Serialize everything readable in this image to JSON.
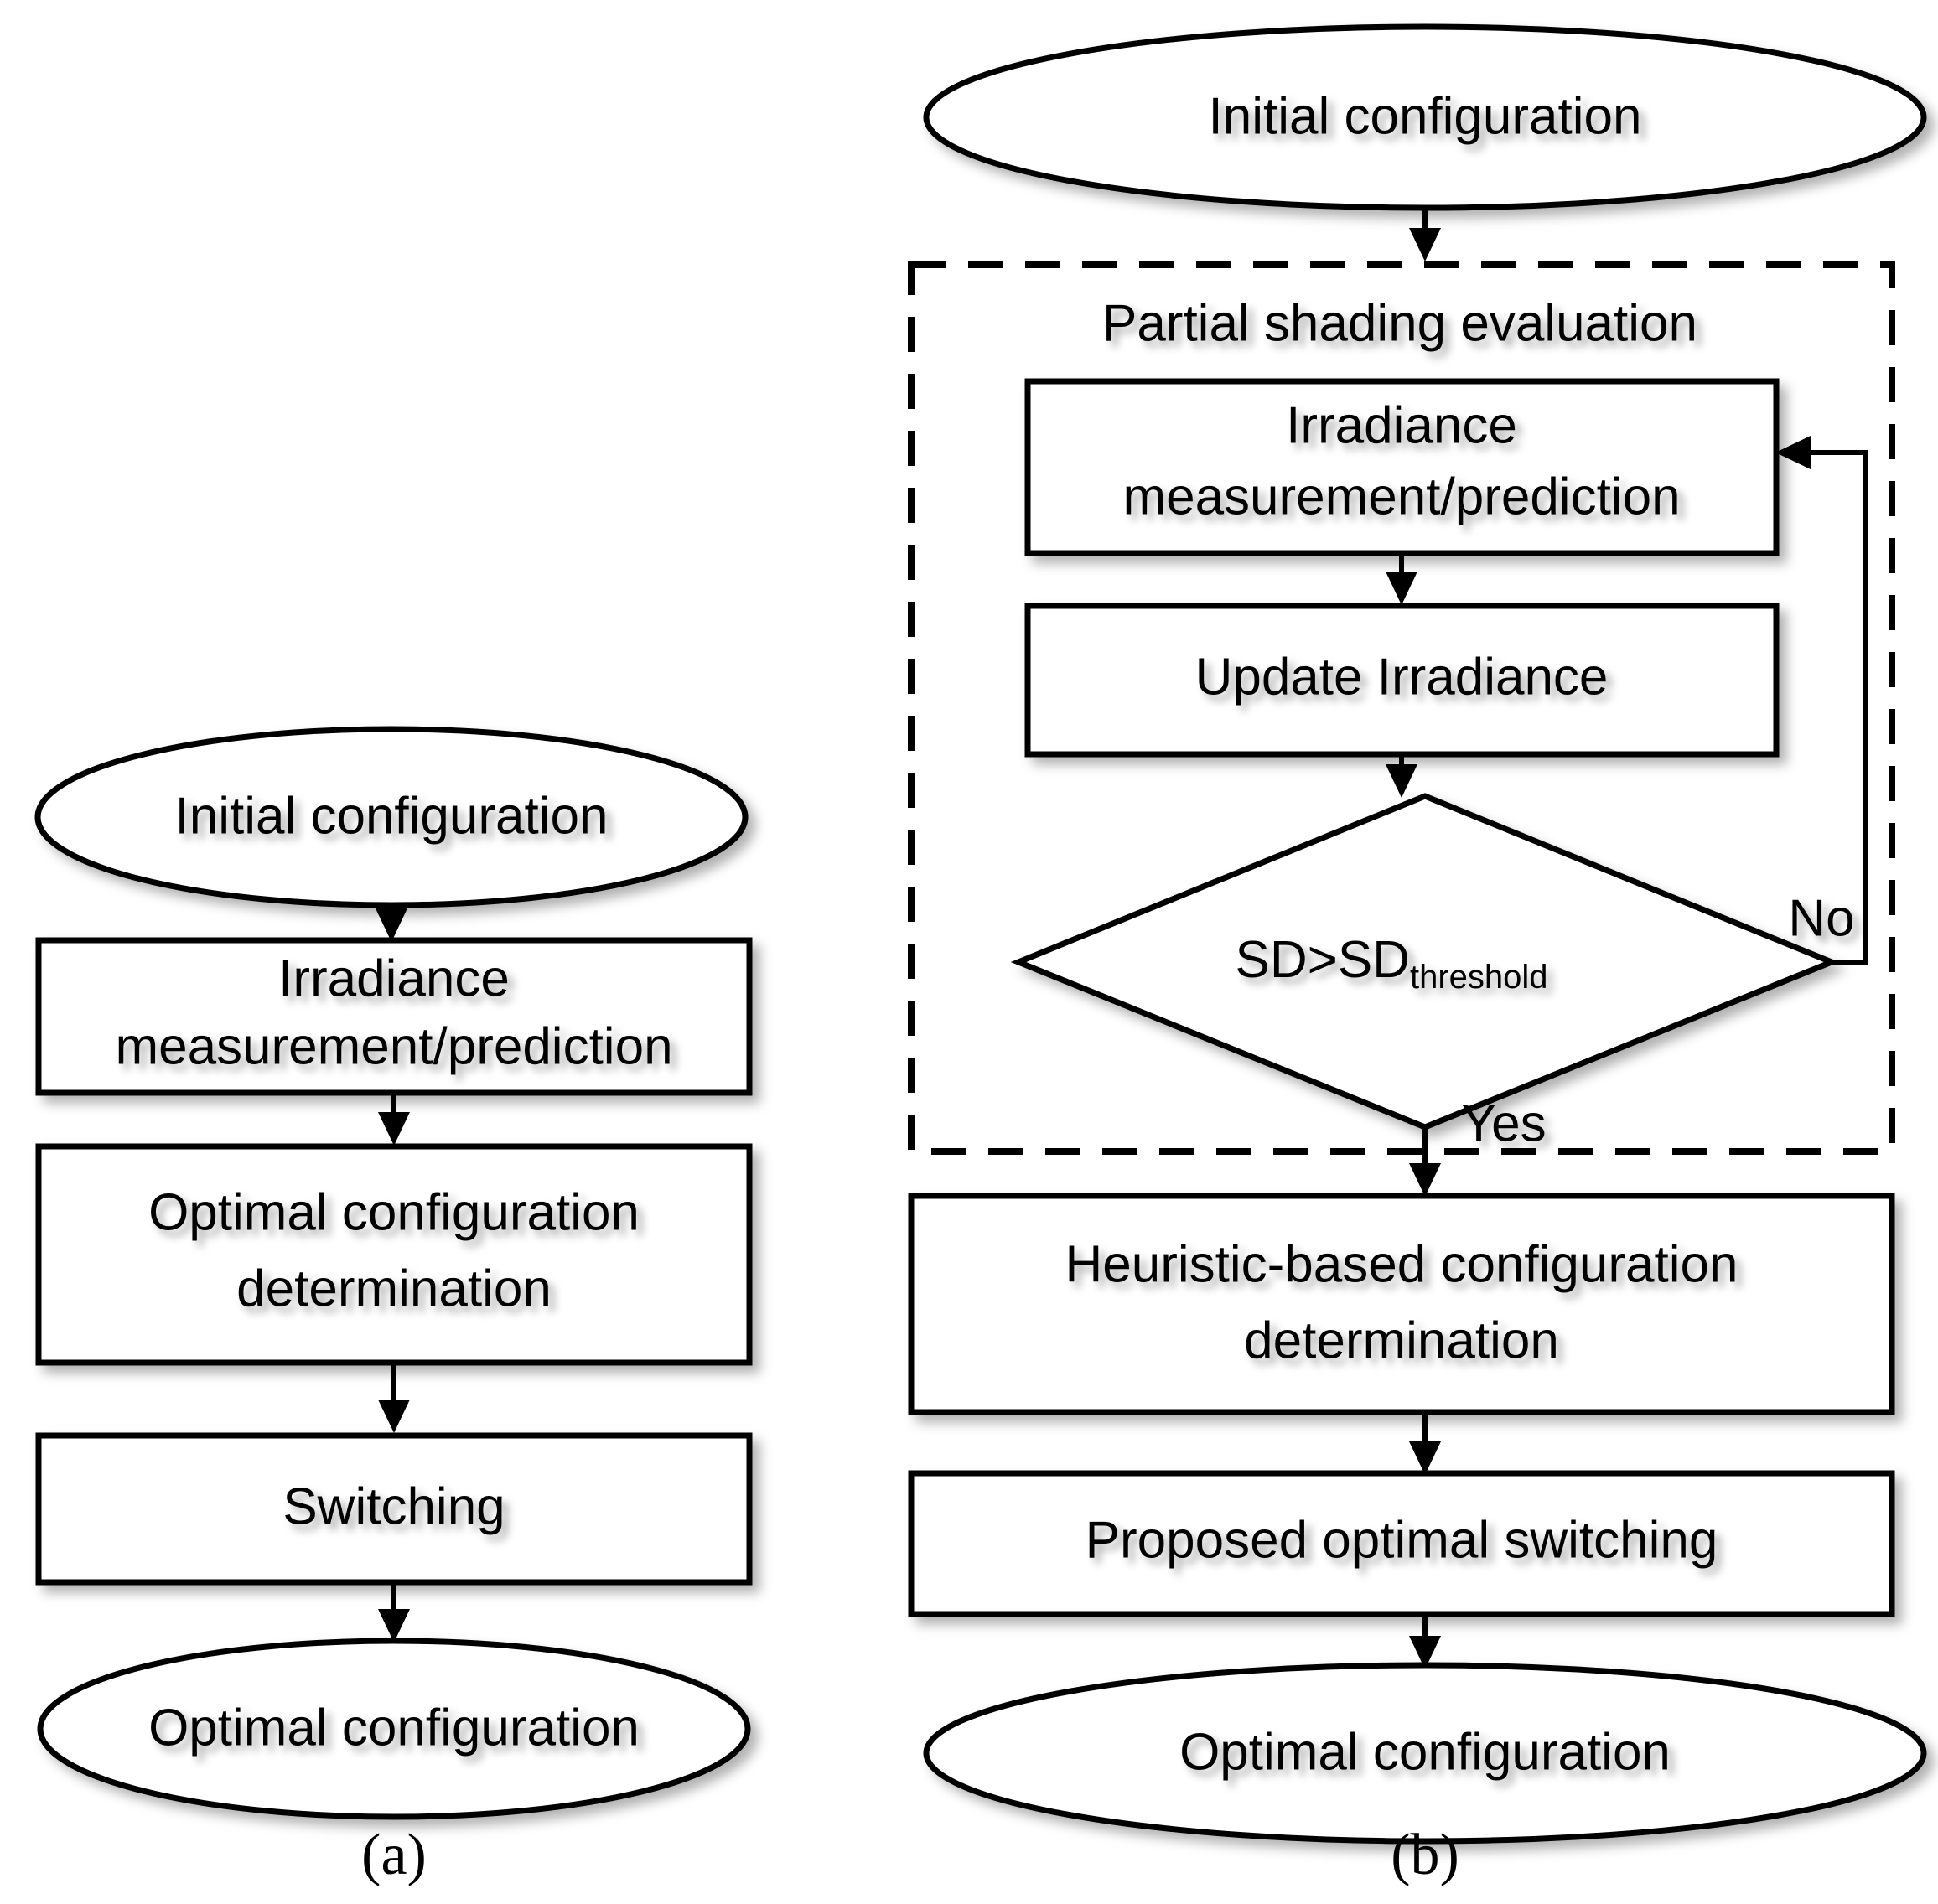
{
  "figure": {
    "caption_a": "(a)",
    "caption_b": "(b)"
  },
  "panel_a": {
    "nodes": [
      {
        "id": "a-start",
        "shape": "ellipse",
        "label": "Initial configuration"
      },
      {
        "id": "a-irradiance",
        "shape": "rect",
        "label_line1": "Irradiance",
        "label_line2": "measurement/prediction"
      },
      {
        "id": "a-optimal-config",
        "shape": "rect",
        "label_line1": "Optimal configuration",
        "label_line2": "determination"
      },
      {
        "id": "a-switching",
        "shape": "rect",
        "label_line1": "Switching",
        "label_line2": ""
      },
      {
        "id": "a-end",
        "shape": "ellipse",
        "label": "Optimal configuration"
      }
    ]
  },
  "panel_b": {
    "nodes": [
      {
        "id": "b-start",
        "shape": "ellipse",
        "label": "Initial configuration"
      },
      {
        "id": "b-irradiance",
        "shape": "rect",
        "label_line1": "Irradiance",
        "label_line2": "measurement/prediction"
      },
      {
        "id": "b-update",
        "shape": "rect",
        "label_line1": "Update Irradiance",
        "label_line2": ""
      },
      {
        "id": "b-decision",
        "shape": "diamond",
        "label_main": "SD>SD",
        "label_sub": "threshold"
      },
      {
        "id": "b-heuristic",
        "shape": "rect",
        "label_line1": "Heuristic-based configuration",
        "label_line2": "determination"
      },
      {
        "id": "b-switching",
        "shape": "rect",
        "label_line1": "Proposed optimal switching",
        "label_line2": ""
      },
      {
        "id": "b-end",
        "shape": "ellipse",
        "label": "Optimal configuration"
      }
    ],
    "group_box": {
      "label": "Partial shading evaluation",
      "style": "dashed"
    },
    "edge_labels": {
      "no": "No",
      "yes": "Yes"
    }
  },
  "colors": {
    "stroke": "#000000",
    "fill": "#ffffff",
    "background": "#ffffff"
  }
}
